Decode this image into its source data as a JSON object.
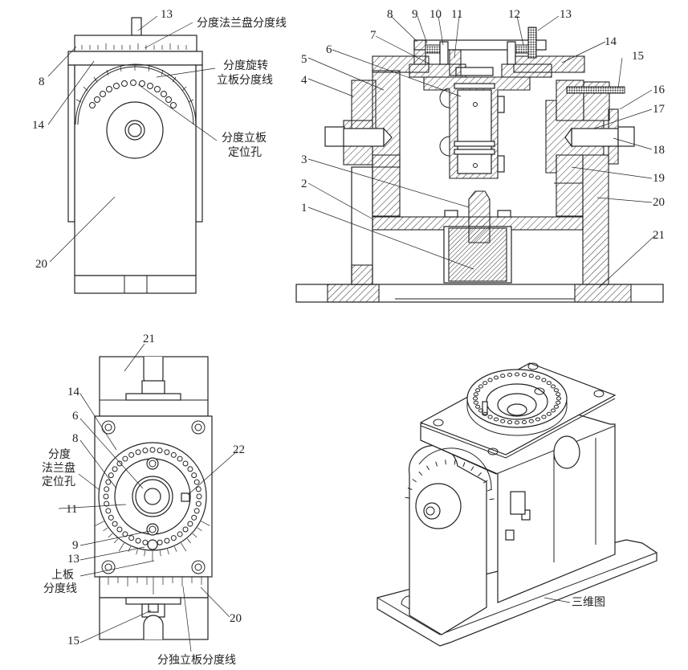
{
  "figure": {
    "views": {
      "front": {
        "labels": {
          "p13": "13",
          "p8": "8",
          "p14": "14",
          "p20": "20"
        },
        "annotations": {
          "flange_scale": "分度法兰盘分度线",
          "rotary_plate_scale_1": "分度旋转",
          "rotary_plate_scale_2": "立板分度线",
          "plate_hole_1": "分度立板",
          "plate_hole_2": "定位孔"
        }
      },
      "section": {
        "labels": [
          "1",
          "2",
          "3",
          "4",
          "5",
          "6",
          "7",
          "8",
          "9",
          "10",
          "11",
          "12",
          "13",
          "14",
          "15",
          "16",
          "17",
          "18",
          "19",
          "20",
          "21"
        ]
      },
      "top": {
        "labels": {
          "p21": "21",
          "p14": "14",
          "p6": "6",
          "p8": "8",
          "p22": "22",
          "p11": "11",
          "p9": "9",
          "p13": "13",
          "p15": "15",
          "p20": "20"
        },
        "annotations": {
          "flange_hole_1": "分度",
          "flange_hole_2": "法兰盘",
          "flange_hole_3": "定位孔",
          "upper_scale_1": "上板",
          "upper_scale_2": "分度线",
          "standalone_scale": "分独立板分度线"
        }
      },
      "iso": {
        "caption": "三维图"
      }
    }
  }
}
